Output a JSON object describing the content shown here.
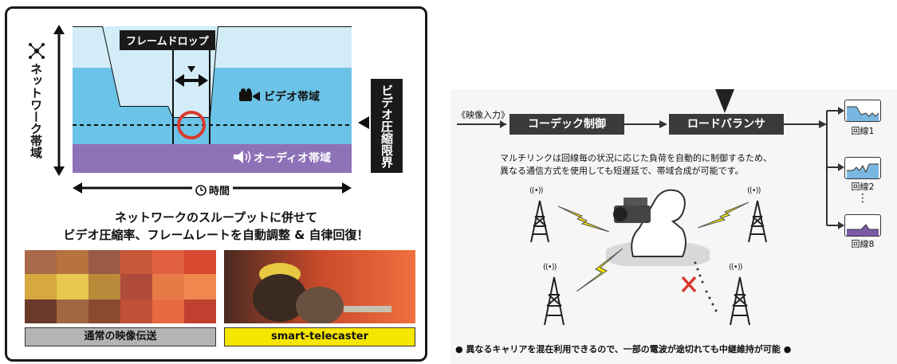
{
  "left": {
    "y_axis_label": "ネットワーク帯域",
    "x_axis_label": "時間",
    "frame_drop_label": "フレームドロップ",
    "video_band_label": "ビデオ帯域",
    "audio_band_label": "オーディオ帯域",
    "compression_limit_label": "ビデオ圧縮限界",
    "headline_line1": "ネットワークのスループットに併せて",
    "headline_line2": "ビデオ圧縮率、フレームレートを自動調整 & 自律回復！",
    "caption_normal": "通常の映像伝送",
    "caption_smart": "smart-telecaster",
    "colors": {
      "video": "#6cc3e8",
      "video_light": "#d3ecf8",
      "audio": "#8e72b8",
      "limit_marker": "#d83a2e",
      "smart_caption": "#f7e600",
      "normal_caption": "#b4b4b4"
    }
  },
  "right": {
    "input_label": "《映像入力》",
    "codec_label": "コーデック制御",
    "balancer_label": "ロードバランサ",
    "description_line1": "マルチリンクは回線毎の状況に応じた負荷を自動的に制御するため、",
    "description_line2": "異なる通信方式を使用しても短遅延で、帯域合成が可能です。",
    "lines": [
      {
        "label": "回線1"
      },
      {
        "label": "回線2"
      },
      {
        "label": "回線8"
      }
    ],
    "dots": "⋮",
    "signal_glyph": "((•))",
    "bottom_note": "● 異なるキャリアを混在利用できるので、一部の電波が途切れても中継維持が可能 ●",
    "colors": {
      "box": "#3a3a3a",
      "line_fill": "#7ab7e0",
      "line8_fill": "#7c5aa8",
      "bolt": "#f0e000",
      "cross": "#d83a2e"
    }
  }
}
